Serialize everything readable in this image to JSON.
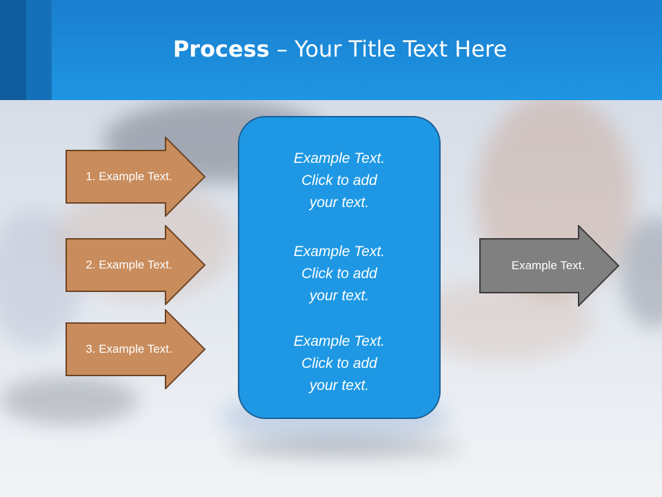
{
  "title": {
    "bold": "Process",
    "rest": " – Your Title Text Here"
  },
  "left_arrows": [
    {
      "label": "1. Example Text."
    },
    {
      "label": "2. Example Text."
    },
    {
      "label": "3. Example Text."
    }
  ],
  "center_box": {
    "blocks": [
      {
        "line1": "Example Text.",
        "line2": "Click  to add",
        "line3": "your text."
      },
      {
        "line1": "Example Text.",
        "line2": "Click  to add",
        "line3": "your text."
      },
      {
        "line1": "Example Text.",
        "line2": "Click  to add",
        "line3": "your text."
      }
    ]
  },
  "right_arrow": {
    "label": "Example Text."
  },
  "colors": {
    "header_blue": "#1e95e2",
    "left_arrow_fill": "#c98c5c",
    "left_arrow_stroke": "#6b4322",
    "center_box_fill": "#1e98e4",
    "right_arrow_fill": "#808080"
  }
}
